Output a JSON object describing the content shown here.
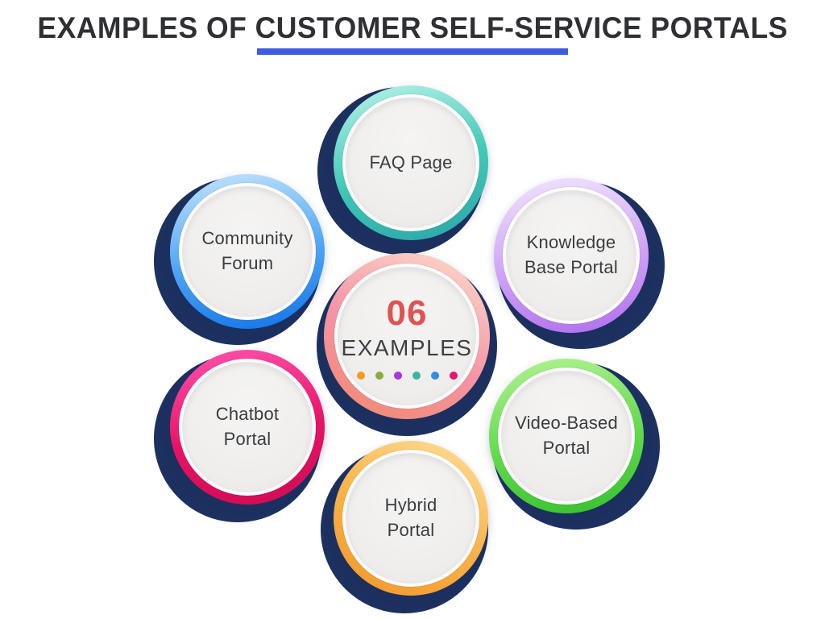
{
  "title": {
    "text": "EXAMPLES OF CUSTOMER SELF-SERVICE PORTALS",
    "text_color": "#2e3033",
    "underline_color": "#3e5ce0"
  },
  "shadow_color": "#1d3160",
  "center": {
    "number": "06",
    "number_color": "#e25252",
    "label": "EXAMPLES",
    "label_color": "#3f4043",
    "ring": {
      "angle": 205,
      "stops": [
        "#fcd3c6",
        "#f493a4",
        "#f28a72"
      ]
    },
    "dots": [
      "#f49b20",
      "#8bab3f",
      "#a733e8",
      "#3ab5a0",
      "#2f8fe5",
      "#e8146e"
    ]
  },
  "nodes": [
    {
      "id": "faq-page",
      "label": [
        "FAQ Page"
      ],
      "ring": {
        "angle": 165,
        "stops": [
          "#a9ede3",
          "#3fc7b6",
          "#2fa8ab"
        ]
      }
    },
    {
      "id": "community-forum",
      "label": [
        "Community",
        "Forum"
      ],
      "ring": {
        "angle": 170,
        "stops": [
          "#b3dcfa",
          "#4da3f5",
          "#1778e8"
        ]
      }
    },
    {
      "id": "knowledge-base-portal",
      "label": [
        "Knowledge",
        "Base Portal"
      ],
      "ring": {
        "angle": 170,
        "stops": [
          "#ecdcfb",
          "#cfa1f7",
          "#b273ee"
        ]
      }
    },
    {
      "id": "chatbot-portal",
      "label": [
        "Chatbot",
        "Portal"
      ],
      "ring": {
        "angle": 170,
        "stops": [
          "#fb4aa4",
          "#e81264",
          "#d10d56"
        ]
      }
    },
    {
      "id": "video-based-portal",
      "label": [
        "Video-Based",
        "Portal"
      ],
      "ring": {
        "angle": 170,
        "stops": [
          "#a7ef89",
          "#62d94d",
          "#3cc231"
        ]
      }
    },
    {
      "id": "hybrid-portal",
      "label": [
        "Hybrid",
        "Portal"
      ],
      "ring": {
        "angle": 205,
        "stops": [
          "#ffd98e",
          "#f8b045",
          "#f29a2e"
        ]
      }
    }
  ]
}
